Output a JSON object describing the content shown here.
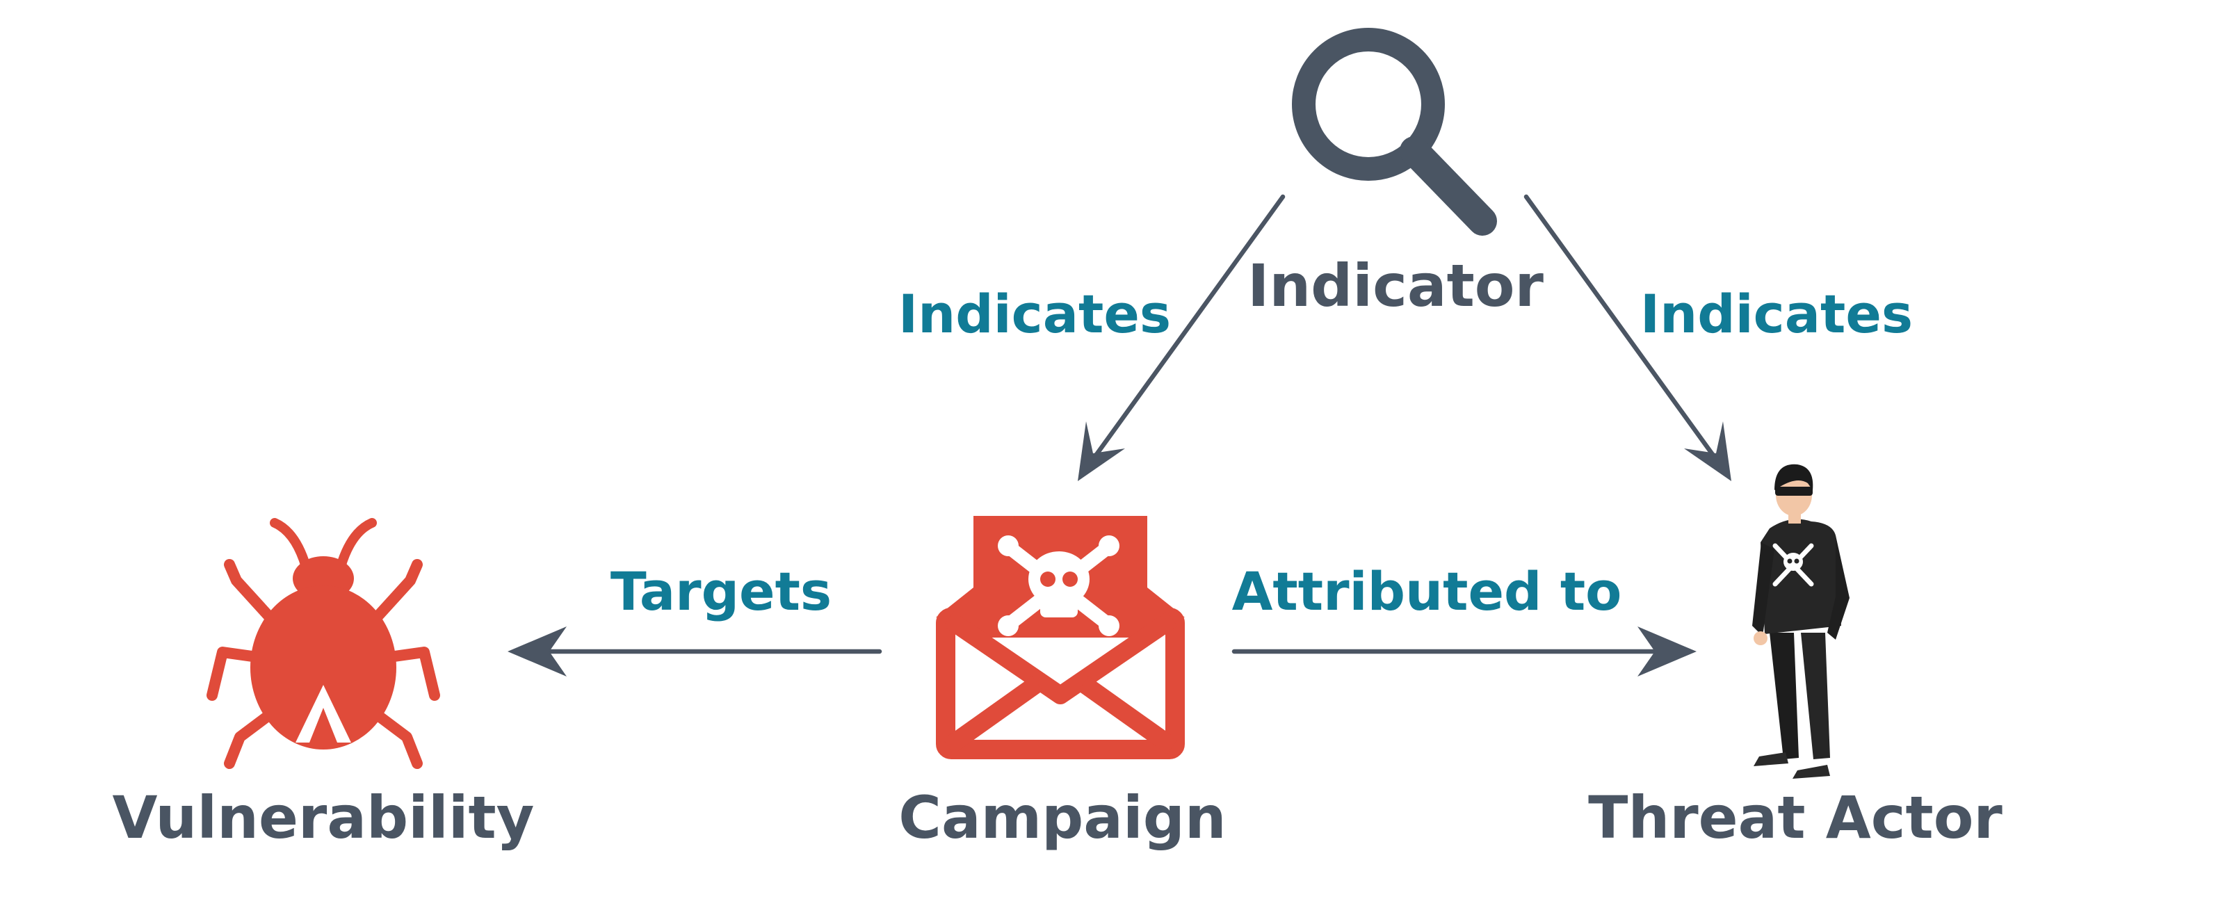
{
  "colors": {
    "background": "#ffffff",
    "node_label": "#4a5563",
    "edge_label": "#117b96",
    "arrow": "#4b5563",
    "accent_red": "#e04b3a",
    "dark_icon": "#4a5563"
  },
  "nodes": {
    "indicator": {
      "label": "Indicator",
      "icon": "magnifying-glass-icon"
    },
    "campaign": {
      "label": "Campaign",
      "icon": "envelope-skull-icon"
    },
    "vulnerability": {
      "label": "Vulnerability",
      "icon": "bug-icon"
    },
    "threat_actor": {
      "label": "Threat Actor",
      "icon": "masked-person-icon"
    }
  },
  "edges": {
    "indicates_campaign": {
      "label": "Indicates",
      "from": "Indicator",
      "to": "Campaign"
    },
    "indicates_actor": {
      "label": "Indicates",
      "from": "Indicator",
      "to": "Threat Actor"
    },
    "targets": {
      "label": "Targets",
      "from": "Campaign",
      "to": "Vulnerability"
    },
    "attributed_to": {
      "label": "Attributed to",
      "from": "Campaign",
      "to": "Threat Actor"
    }
  }
}
